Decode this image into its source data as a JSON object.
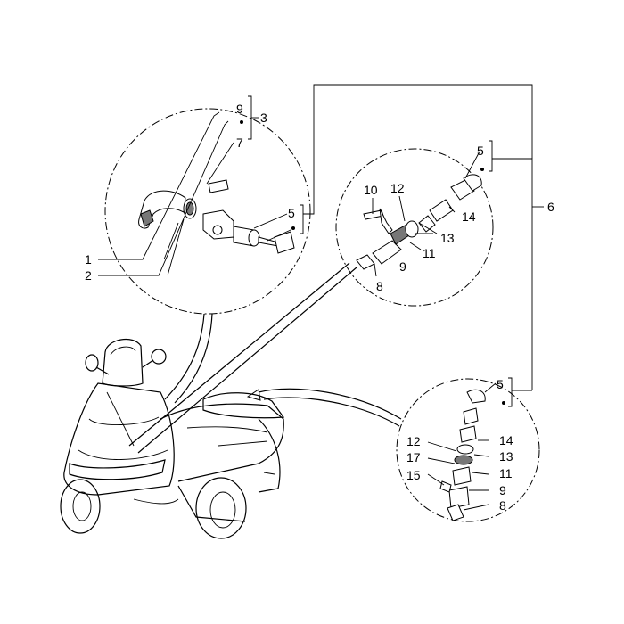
{
  "callouts": {
    "c1": "1",
    "c2": "2",
    "c3": "3",
    "c4_a": "9",
    "c7": "7",
    "c5_a": "5",
    "c5_b": "5",
    "c5_c": "5",
    "c6": "6",
    "c10": "10",
    "c12_a": "12",
    "c14_a": "14",
    "c13_a": "13",
    "c11_a": "11",
    "c9_a": "9",
    "c8_a": "8",
    "c12_b": "12",
    "c17": "17",
    "c15": "15",
    "c14_b": "14",
    "c13_b": "13",
    "c11_b": "11",
    "c9_b": "9",
    "c8_b": "8"
  }
}
